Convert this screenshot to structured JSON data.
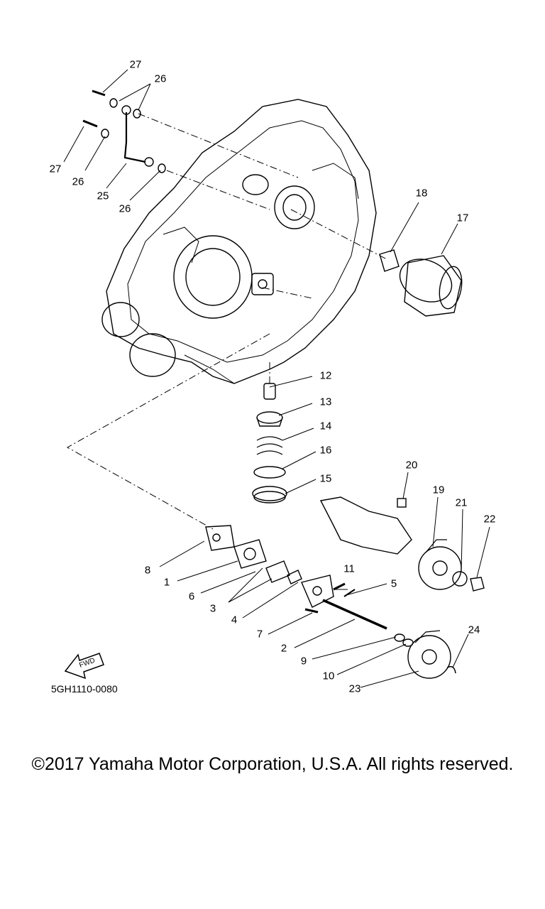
{
  "diagram": {
    "part_code": "5GH1110-0080",
    "fwd_label": "FWD",
    "callouts": [
      "27",
      "26",
      "27",
      "26",
      "25",
      "26",
      "18",
      "17",
      "12",
      "13",
      "14",
      "16",
      "15",
      "20",
      "19",
      "21",
      "22",
      "8",
      "1",
      "6",
      "3",
      "11",
      "5",
      "4",
      "7",
      "2",
      "9",
      "10",
      "24",
      "23"
    ]
  },
  "footer": {
    "copyright": "©2017 Yamaha Motor Corporation, U.S.A. All rights reserved."
  }
}
